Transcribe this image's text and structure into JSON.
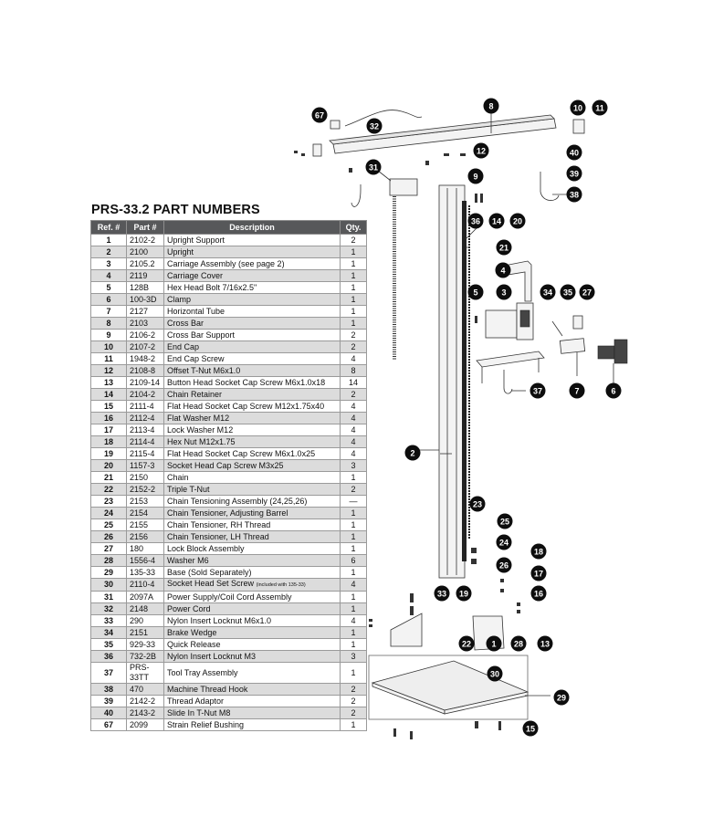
{
  "title": "PRS-33.2 PART NUMBERS",
  "table": {
    "headers": {
      "ref": "Ref. #",
      "part": "Part #",
      "description": "Description",
      "qty": "Qty."
    },
    "rows": [
      {
        "ref": "1",
        "part": "2102-2",
        "desc": "Upright Support",
        "qty": "2"
      },
      {
        "ref": "2",
        "part": "2100",
        "desc": "Upright",
        "qty": "1"
      },
      {
        "ref": "3",
        "part": "2105.2",
        "desc": "Carriage Assembly (see page 2)",
        "qty": "1"
      },
      {
        "ref": "4",
        "part": "2119",
        "desc": "Carriage Cover",
        "qty": "1"
      },
      {
        "ref": "5",
        "part": "128B",
        "desc": "Hex Head Bolt 7/16x2.5\"",
        "qty": "1"
      },
      {
        "ref": "6",
        "part": "100-3D",
        "desc": "Clamp",
        "qty": "1"
      },
      {
        "ref": "7",
        "part": "2127",
        "desc": "Horizontal Tube",
        "qty": "1"
      },
      {
        "ref": "8",
        "part": "2103",
        "desc": "Cross Bar",
        "qty": "1"
      },
      {
        "ref": "9",
        "part": "2106-2",
        "desc": "Cross Bar Support",
        "qty": "2"
      },
      {
        "ref": "10",
        "part": "2107-2",
        "desc": "End Cap",
        "qty": "2"
      },
      {
        "ref": "11",
        "part": "1948-2",
        "desc": "End Cap Screw",
        "qty": "4"
      },
      {
        "ref": "12",
        "part": "2108-8",
        "desc": "Offset T-Nut M6x1.0",
        "qty": "8"
      },
      {
        "ref": "13",
        "part": "2109-14",
        "desc": "Button Head Socket Cap Screw M6x1.0x18",
        "qty": "14"
      },
      {
        "ref": "14",
        "part": "2104-2",
        "desc": "Chain Retainer",
        "qty": "2"
      },
      {
        "ref": "15",
        "part": "2111-4",
        "desc": "Flat Head Socket Cap Screw M12x1.75x40",
        "qty": "4"
      },
      {
        "ref": "16",
        "part": "2112-4",
        "desc": "Flat Washer M12",
        "qty": "4"
      },
      {
        "ref": "17",
        "part": "2113-4",
        "desc": "Lock Washer M12",
        "qty": "4"
      },
      {
        "ref": "18",
        "part": "2114-4",
        "desc": "Hex Nut M12x1.75",
        "qty": "4"
      },
      {
        "ref": "19",
        "part": "2115-4",
        "desc": "Flat Head Socket Cap Screw M6x1.0x25",
        "qty": "4"
      },
      {
        "ref": "20",
        "part": "1157-3",
        "desc": "Socket Head Cap Screw M3x25",
        "qty": "3"
      },
      {
        "ref": "21",
        "part": "2150",
        "desc": "Chain",
        "qty": "1"
      },
      {
        "ref": "22",
        "part": "2152-2",
        "desc": "Triple T-Nut",
        "qty": "2"
      },
      {
        "ref": "23",
        "part": "2153",
        "desc": "Chain Tensioning Assembly (24,25,26)",
        "qty": "—"
      },
      {
        "ref": "24",
        "part": "2154",
        "desc": "Chain Tensioner, Adjusting Barrel",
        "qty": "1"
      },
      {
        "ref": "25",
        "part": "2155",
        "desc": "Chain Tensioner, RH Thread",
        "qty": "1"
      },
      {
        "ref": "26",
        "part": "2156",
        "desc": "Chain Tensioner, LH Thread",
        "qty": "1"
      },
      {
        "ref": "27",
        "part": "180",
        "desc": "Lock Block Assembly",
        "qty": "1"
      },
      {
        "ref": "28",
        "part": "1556-4",
        "desc": "Washer M6",
        "qty": "6"
      },
      {
        "ref": "29",
        "part": "135-33",
        "desc": "Base (Sold Separately)",
        "qty": "1"
      },
      {
        "ref": "30",
        "part": "2110-4",
        "desc": "Socket Head Set Screw",
        "note": "(included with 135-33)",
        "qty": "4"
      },
      {
        "ref": "31",
        "part": "2097A",
        "desc": "Power Supply/Coil Cord Assembly",
        "qty": "1"
      },
      {
        "ref": "32",
        "part": "2148",
        "desc": "Power Cord",
        "qty": "1"
      },
      {
        "ref": "33",
        "part": "290",
        "desc": "Nylon Insert Locknut M6x1.0",
        "qty": "4"
      },
      {
        "ref": "34",
        "part": "2151",
        "desc": "Brake Wedge",
        "qty": "1"
      },
      {
        "ref": "35",
        "part": "929-33",
        "desc": "Quick Release",
        "qty": "1"
      },
      {
        "ref": "36",
        "part": "732-2B",
        "desc": "Nylon Insert Locknut M3",
        "qty": "3"
      },
      {
        "ref": "37",
        "part": "PRS-33TT",
        "desc": "Tool Tray Assembly",
        "qty": "1"
      },
      {
        "ref": "38",
        "part": "470",
        "desc": "Machine Thread Hook",
        "qty": "2"
      },
      {
        "ref": "39",
        "part": "2142-2",
        "desc": "Thread Adaptor",
        "qty": "2"
      },
      {
        "ref": "40",
        "part": "2143-2",
        "desc": "Slide In T-Nut M8",
        "qty": "2"
      },
      {
        "ref": "67",
        "part": "2099",
        "desc": "Strain Relief Bushing",
        "qty": "1"
      }
    ]
  },
  "callouts": [
    "67",
    "32",
    "8",
    "10",
    "11",
    "12",
    "40",
    "9",
    "39",
    "31",
    "38",
    "36",
    "14",
    "20",
    "21",
    "4",
    "5",
    "3",
    "34",
    "35",
    "27",
    "37",
    "7",
    "6",
    "2",
    "23",
    "25",
    "24",
    "26",
    "18",
    "17",
    "16",
    "33",
    "19",
    "22",
    "1",
    "28",
    "13",
    "30",
    "29",
    "15"
  ]
}
